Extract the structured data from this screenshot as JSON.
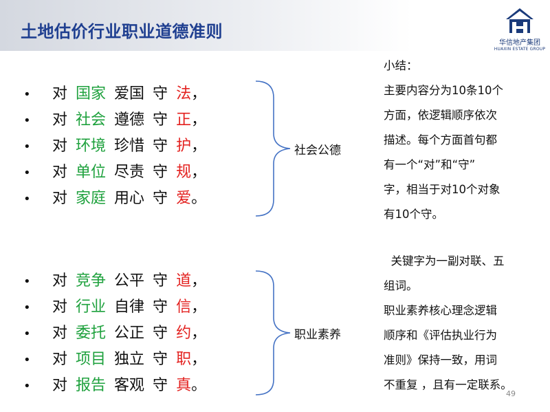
{
  "header": {
    "title": "土地估价行业职业道德准则",
    "logo_cn": "华信地产集团",
    "logo_en": "HUAXIN ESTATE GROUP",
    "logo_color": "#1a3a7a"
  },
  "group1": {
    "label": "社会公德",
    "items": [
      {
        "dui": "对",
        "green": "国家",
        "plain": "爱国",
        "shou": "守",
        "red": "法",
        "punct": "，"
      },
      {
        "dui": "对",
        "green": "社会",
        "plain": "遵德",
        "shou": "守",
        "red": "正",
        "punct": "，"
      },
      {
        "dui": "对",
        "green": "环境",
        "plain": "珍惜",
        "shou": "守",
        "red": "护",
        "punct": "，"
      },
      {
        "dui": "对",
        "green": "单位",
        "plain": "尽责",
        "shou": "守",
        "red": "规",
        "punct": "，"
      },
      {
        "dui": "对",
        "green": "家庭",
        "plain": "用心",
        "shou": "守",
        "red": "爱",
        "punct": "。"
      }
    ]
  },
  "group2": {
    "label": "职业素养",
    "items": [
      {
        "dui": "对",
        "green": "竞争",
        "plain": "公平",
        "shou": "守",
        "red": "道",
        "punct": "，"
      },
      {
        "dui": "对",
        "green": "行业",
        "plain": "自律",
        "shou": "守",
        "red": "信",
        "punct": "，"
      },
      {
        "dui": "对",
        "green": "委托",
        "plain": "公正",
        "shou": "守",
        "red": "约",
        "punct": "，"
      },
      {
        "dui": "对",
        "green": "项目",
        "plain": "独立",
        "shou": "守",
        "red": "职",
        "punct": "，"
      },
      {
        "dui": "对",
        "green": "报告",
        "plain": "客观",
        "shou": "守",
        "red": "真",
        "punct": "。"
      }
    ]
  },
  "summary": {
    "title": "小结：",
    "lines": [
      "主要内容分为10条10个",
      "方面，依逻辑顺序依次",
      "描述。每个方面首句都",
      "有一个“对”和“守”",
      "字，相当于对10个对象",
      "有10个守。"
    ]
  },
  "note": {
    "lines": [
      "  关键字为一副对联、五",
      "组词。",
      "职业素养核心理念逻辑",
      "顺序和《评估执业行为",
      "准则》保持一致，用词",
      "不重复 ，且有一定联系。"
    ]
  },
  "page_number": "49",
  "colors": {
    "title": "#1f3f90",
    "green": "#1ea13d",
    "red": "#e3211f",
    "brace": "#4472c4"
  }
}
